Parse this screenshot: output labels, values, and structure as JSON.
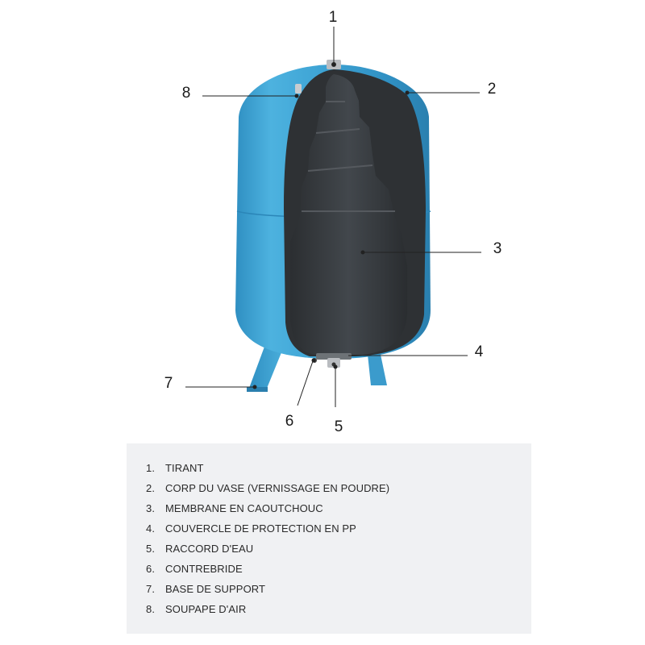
{
  "colors": {
    "tank_blue": "#3a9fd0",
    "tank_blue_light": "#5cc0e6",
    "tank_blue_dark": "#2a7fae",
    "membrane": "#3b3f43",
    "membrane_dark": "#2a2d30",
    "legend_bg": "#f0f1f3"
  },
  "callouts": [
    {
      "number": "1",
      "target": "tirant"
    },
    {
      "number": "2",
      "target": "corp-du-vase"
    },
    {
      "number": "3",
      "target": "membrane"
    },
    {
      "number": "4",
      "target": "couvercle"
    },
    {
      "number": "5",
      "target": "raccord-eau"
    },
    {
      "number": "6",
      "target": "contrebride"
    },
    {
      "number": "7",
      "target": "base-de-support"
    },
    {
      "number": "8",
      "target": "soupape-air"
    }
  ],
  "legend": {
    "items": [
      {
        "num": "1.",
        "text": "TIRANT"
      },
      {
        "num": "2.",
        "text": "CORP DU VASE (VERNISSAGE EN POUDRE)"
      },
      {
        "num": "3.",
        "text": "MEMBRANE EN CAOUTCHOUC"
      },
      {
        "num": "4.",
        "text": "COUVERCLE DE PROTECTION EN PP"
      },
      {
        "num": "5.",
        "text": "RACCORD D'EAU"
      },
      {
        "num": "6.",
        "text": "CONTREBRIDE"
      },
      {
        "num": "7.",
        "text": "BASE DE SUPPORT"
      },
      {
        "num": "8.",
        "text": "SOUPAPE D'AIR"
      }
    ]
  }
}
